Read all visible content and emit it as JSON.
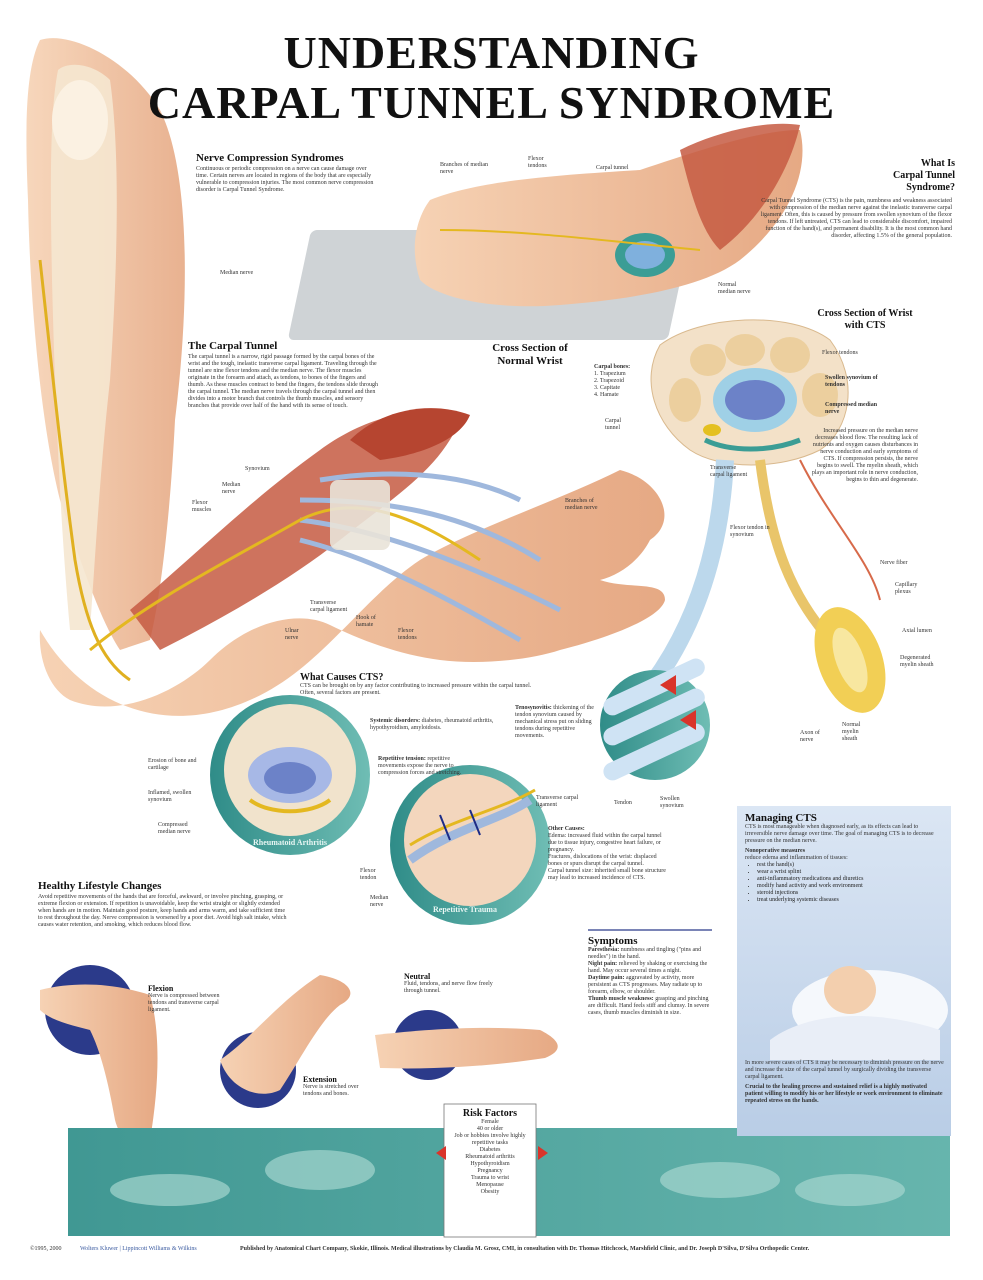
{
  "title": {
    "line1": "UNDERSTANDING",
    "line2": "CARPAL TUNNEL SYNDROME"
  },
  "nerve_compression": {
    "heading": "Nerve Compression Syndromes",
    "text": "Continuous or periodic compression on a nerve can cause damage over time. Certain nerves are located in regions of the body that are especially vulnerable to compression injuries. The most common nerve compression disorder is Carpal Tunnel Syndrome."
  },
  "what_is_cts": {
    "heading_line1": "What Is",
    "heading_line2": "Carpal Tunnel",
    "heading_line3": "Syndrome?",
    "text": "Carpal Tunnel Syndrome (CTS) is the pain, numbness and weakness associated with compression of the median nerve against the inelastic transverse carpal ligament. Often, this is caused by pressure from swollen synovium of the flexor tendons. If left untreated, CTS can lead to considerable discomfort, impaired function of the hand(s), and permanent disability. It is the most common hand disorder, affecting 1.5% of the general population."
  },
  "carpal_tunnel": {
    "heading": "The Carpal Tunnel",
    "text": "The carpal tunnel is a narrow, rigid passage formed by the carpal bones of the wrist and the tough, inelastic transverse carpal ligament. Traveling through the tunnel are nine flexor tendons and the median nerve. The flexor muscles originate in the forearm and attach, as tendons, to bones of the fingers and thumb. As these muscles contract to bend the fingers, the tendons slide through the carpal tunnel. The median nerve travels through the carpal tunnel and then divides into a motor branch that controls the thumb muscles, and sensory branches that provide over half of the hand with its sense of touch."
  },
  "cross_section_normal": {
    "heading_line1": "Cross Section of",
    "heading_line2": "Normal Wrist"
  },
  "cross_section_cts": {
    "heading_line1": "Cross Section of Wrist",
    "heading_line2": "with CTS",
    "text": "Increased pressure on the median nerve decreases blood flow. The resulting lack of nutrients and oxygen causes disturbances in nerve conduction and early symptoms of CTS. If compression persists, the nerve begins to swell. The myelin sheath, which plays an important role in nerve conduction, begins to thin and degenerate."
  },
  "carpal_bones": {
    "heading": "Carpal bones:",
    "items": [
      "1. Trapezium",
      "2. Trapezoid",
      "3. Capitate",
      "4. Hamate"
    ]
  },
  "labels": {
    "median_nerve": "Median nerve",
    "branches_median": "Branches of median nerve",
    "flexor_tendons": "Flexor tendons",
    "carpal_tunnel": "Carpal tunnel",
    "normal_median": "Normal median nerve",
    "synovium": "Synovium",
    "median_nerve2": "Median nerve",
    "flexor_muscles": "Flexor muscles",
    "branches_median2": "Branches of median nerve",
    "transverse_carpal": "Transverse carpal ligament",
    "hook_hamate": "Hook of hamate",
    "flexor_tendons2": "Flexor tendons",
    "ulnar_nerve": "Ulnar nerve",
    "flexor_tendon_syn": "Flexor tendon in synovium",
    "flexor_tendons_cts": "Flexor tendons",
    "swollen_synovium": "Swollen synovium of tendons",
    "compressed_median": "Compressed median nerve",
    "carpal_tunnel2": "Carpal tunnel",
    "transverse_carpal2": "Transverse carpal ligament",
    "nerve_fiber": "Nerve fiber",
    "capillary": "Capillary plexus",
    "axial_lumen": "Axial lumen",
    "degenerated": "Degenerated myelin sheath",
    "axon": "Axon of nerve",
    "normal_myelin": "Normal myelin sheath",
    "tendon": "Tendon",
    "swollen_synovium2": "Swollen synovium",
    "erosion": "Erosion of bone and cartilage",
    "inflamed": "Inflamed, swollen synovium",
    "compressed_median2": "Compressed median nerve",
    "transverse_carpal3": "Transverse carpal ligament",
    "flexor_tendon3": "Flexor tendon",
    "median_nerve3": "Median nerve",
    "rheumatoid": "Rheumatoid Arthritis",
    "repetitive_trauma": "Repetitive Trauma"
  },
  "what_causes": {
    "heading": "What Causes CTS?",
    "intro": "CTS can be brought on by any factor contributing to increased pressure within the carpal tunnel. Often, several factors are present.",
    "systemic_title": "Systemic disorders:",
    "systemic_text": "diabetes, rheumatoid arthritis, hypothyroidism, amyloidosis.",
    "tenosynovitis_title": "Tenosynovitis:",
    "tenosynovitis_text": "thickening of the tendon synovium caused by mechanical stress put on sliding tendons during repetitive movements.",
    "repetitive_title": "Repetitive tension:",
    "repetitive_text": "repetitive movements expose the nerve to compression forces and stretching.",
    "other_title": "Other Causes:",
    "edema": "Edema: increased fluid within the carpal tunnel due to tissue injury, congestive heart failure, or pregnancy.",
    "fractures": "Fractures, dislocations of the wrist: displaced bones or spurs disrupt the carpal tunnel.",
    "tunnel_size": "Carpal tunnel size: inherited small bone structure may lead to increased incidence of CTS."
  },
  "healthy": {
    "heading": "Healthy Lifestyle Changes",
    "text": "Avoid repetitive movements of the hands that are forceful, awkward, or involve pinching, grasping, or extreme flexion or extension. If repetition is unavoidable, keep the wrist straight or slightly extended when hands are in motion. Maintain good posture, keep hands and arms warm, and take sufficient time to rest throughout the day. Nerve compression is worsened by a poor diet. Avoid high salt intake, which causes water retention, and smoking, which reduces blood flow."
  },
  "flexion": {
    "heading": "Flexion",
    "text": "Nerve is compressed between tendons and transverse carpal ligament."
  },
  "neutral": {
    "heading": "Neutral",
    "text": "Fluid, tendons, and nerve flow freely through tunnel."
  },
  "extension": {
    "heading": "Extension",
    "text": "Nerve is stretched over tendons and bones."
  },
  "symptoms": {
    "heading": "Symptoms",
    "items": [
      {
        "title": "Paresthesia:",
        "text": "numbness and tingling (\"pins and needles\") in the hand."
      },
      {
        "title": "Night pain:",
        "text": "relieved by shaking or exercising the hand. May occur several times a night."
      },
      {
        "title": "Daytime pain:",
        "text": "aggravated by activity, more persistent as CTS progresses. May radiate up to forearm, elbow, or shoulder."
      },
      {
        "title": "Thumb muscle weakness:",
        "text": "grasping and pinching are difficult. Hand feels stiff and clumsy. In severe cases, thumb muscles diminish in size."
      }
    ]
  },
  "managing": {
    "heading": "Managing CTS",
    "text": "CTS is most manageable when diagnosed early, as its effects can lead to irreversible nerve damage over time. The goal of managing CTS is to decrease pressure on the median nerve.",
    "nonop_title": "Nonoperative measures",
    "nonop_text": "reduce edema and inflammation of tissues:",
    "items": [
      "rest the hand(s)",
      "wear a wrist splint",
      "anti-inflammatory medications and diuretics",
      "modify hand activity and work environment",
      "steroid injections",
      "treat underlying systemic diseases"
    ],
    "severe_text": "In more severe cases of CTS it may be necessary to diminish pressure on the nerve and increase the size of the carpal tunnel by surgically dividing the transverse carpal ligament.",
    "crucial_text": "Crucial to the healing process and sustained relief is a highly motivated patient willing to modify his or her lifestyle or work environment to eliminate repeated stress on the hands."
  },
  "risk_factors": {
    "heading": "Risk Factors",
    "items": [
      "Female",
      "40 or older",
      "Job or hobbies involve highly repetitive tasks",
      "Diabetes",
      "Rheumatoid arthritis",
      "Hypothyroidism",
      "Pregnancy",
      "Trauma to wrist",
      "Menopause",
      "Obesity"
    ]
  },
  "footer": {
    "copyright": "©1995, 2000",
    "publisher_logo": "Wolters Kluwer | Lippincott Williams & Wilkins",
    "credit": "Published by Anatomical Chart Company, Skokie, Illinois. Medical illustrations by Claudia M. Grosz, CMI, in consultation with Dr. Thomas Hitchcock, Marshfield Clinic, and Dr. Joseph D'Silva, D'Silva Orthopedic Center."
  },
  "colors": {
    "skin": "#f2c4a0",
    "muscle": "#c0503a",
    "nerve": "#e8c23a",
    "tendon": "#a7bfe0",
    "teal": "#3f9e96",
    "navy": "#2b3a8a",
    "panel_blue": "#cddcee"
  }
}
